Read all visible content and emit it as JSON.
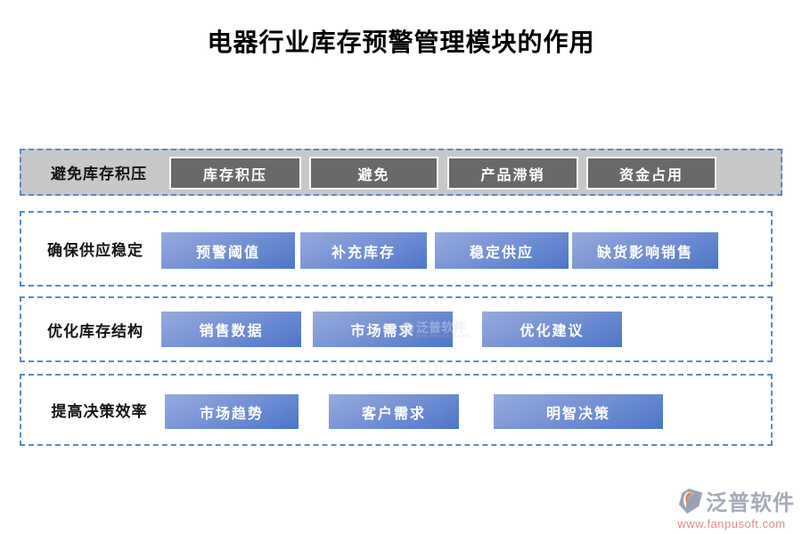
{
  "title": "电器行业库存预警管理模块的作用",
  "rows": [
    {
      "label": "避免库存积压",
      "style": "gray",
      "buttons": [
        "库存积压",
        "避免",
        "产品滞销",
        "资金占用"
      ]
    },
    {
      "label": "确保供应稳定",
      "style": "blue",
      "buttons": [
        "预警阈值",
        "补充库存",
        "稳定供应",
        "缺货影响销售"
      ]
    },
    {
      "label": "优化库存结构",
      "style": "blue",
      "buttons": [
        "销售数据",
        "市场需求",
        "优化建议"
      ]
    },
    {
      "label": "提高决策效率",
      "style": "blue",
      "buttons": [
        "市场趋势",
        "客户需求",
        "明智决策"
      ]
    }
  ],
  "branding": {
    "name": "泛普软件",
    "url": "www.fanpusoft.com"
  },
  "colors": {
    "dashed_border": "#5b8ac2",
    "row1_background": "#c7c8ca",
    "dark_node": "#6b6868",
    "blue_node_light": "#96abde",
    "blue_node_dark": "#4b76c8",
    "brand_gray": "#9ba3b2",
    "brand_orange": "#e0824f",
    "url_color": "#e08c8c"
  }
}
